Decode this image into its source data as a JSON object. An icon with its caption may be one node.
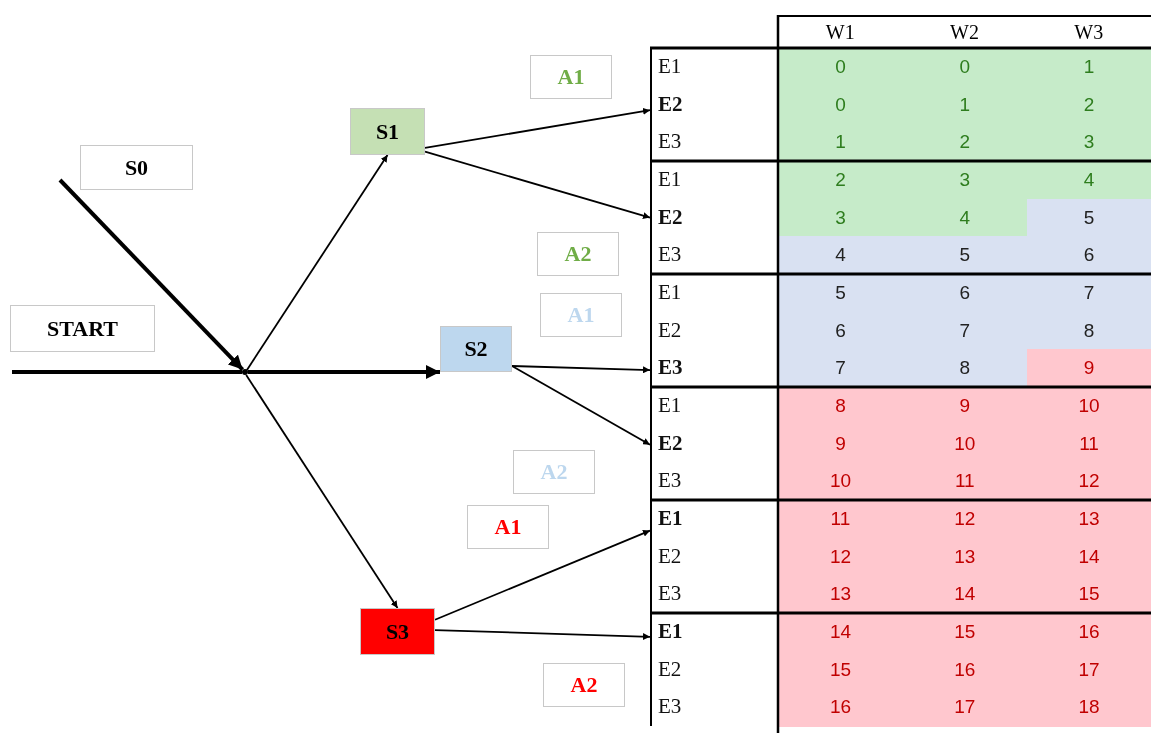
{
  "diagram": {
    "nodes": [
      {
        "text": [
          "S0"
        ]
      },
      {
        "text": [
          "S1"
        ]
      },
      {
        "text": [
          "START"
        ]
      },
      {
        "text": [
          "S2"
        ]
      },
      {
        "text": [],
        "shape": "point"
      },
      {
        "text": [
          "S3"
        ]
      },
      {
        "text": [
          "E1",
          "**E2**",
          "E3"
        ]
      },
      {
        "text": [
          "E1",
          "**E2**",
          "E3"
        ]
      },
      {
        "text": [
          "E1",
          "E2",
          "**E3**"
        ]
      },
      {
        "text": [
          "E1",
          "**E2**",
          "E3"
        ]
      },
      {
        "text": [
          "**E1**",
          "E2",
          "E3"
        ]
      },
      {
        "text": [
          "**E1**",
          "E2",
          "E3"
        ]
      }
    ],
    "edges": [
      {
        "from": null,
        "to": 4,
        "arrow": "none",
        "style": "thick"
      },
      {
        "from": null,
        "to": 4,
        "arrow": "to",
        "style": "thick"
      },
      {
        "from": 4,
        "to": 1,
        "arrow": "to"
      },
      {
        "from": 4,
        "to": 3,
        "arrow": "to",
        "style": "thick"
      },
      {
        "from": 4,
        "to": 5,
        "arrow": "to"
      },
      {
        "from": 1,
        "to": 6,
        "arrow": "to",
        "label": "A1"
      },
      {
        "from": 1,
        "to": 7,
        "arrow": "to",
        "label": "A2"
      },
      {
        "from": 3,
        "to": 8,
        "arrow": "to",
        "label": "A1"
      },
      {
        "from": 3,
        "to": 9,
        "arrow": "to",
        "label": "A2"
      },
      {
        "from": 5,
        "to": 10,
        "arrow": "to",
        "label": "A1"
      },
      {
        "from": 5,
        "to": 11,
        "arrow": "to",
        "label": "A2"
      }
    ],
    "labels": [
      "W1",
      "W2",
      "W3",
      "0",
      "0",
      "1",
      "0",
      "1",
      "2",
      "1",
      "2",
      "3",
      "2",
      "3",
      "4",
      "3",
      "4",
      "5",
      "4",
      "5",
      "6",
      "5",
      "6",
      "7",
      "6",
      "7",
      "8",
      "7",
      "8",
      "9",
      "8",
      "9",
      "10",
      "9",
      "10",
      "11",
      "10",
      "11",
      "12",
      "11",
      "12",
      "13",
      "12",
      "13",
      "14",
      "13",
      "14",
      "15",
      "14",
      "15",
      "16",
      "15",
      "16",
      "17",
      "16",
      "17",
      "18"
    ]
  }
}
